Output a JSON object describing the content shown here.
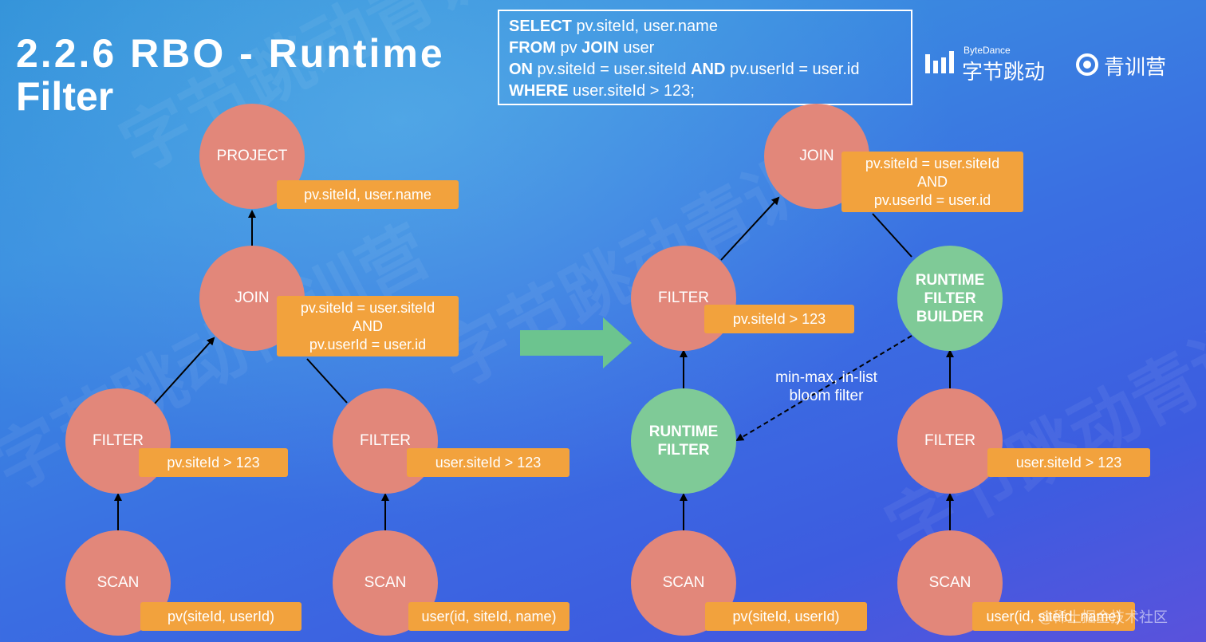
{
  "title": {
    "line1": "2.2.6 RBO - Runtime",
    "line2": "Filter"
  },
  "sql": {
    "line1_kw": "SELECT",
    "line1_rest": " pv.siteId, user.name",
    "line2_kw": "FROM",
    "line2_rest": " pv ",
    "line2_kw2": "JOIN",
    "line2_rest2": " user",
    "line3_kw": "ON",
    "line3_rest": " pv.siteId = user.siteId ",
    "line3_kw2": "AND",
    "line3_rest2": " pv.userId = user.id",
    "line4_kw": "WHERE",
    "line4_rest": " user.siteId > 123;"
  },
  "logos": {
    "bytedance_small": "ByteDance",
    "bytedance_big": "字节跳动",
    "qingxun": "青训营"
  },
  "watermark": "字节跳动青训营",
  "left_tree": {
    "project": {
      "label": "PROJECT",
      "tag": "pv.siteId, user.name"
    },
    "join": {
      "label": "JOIN",
      "tag_line1": "pv.siteId = user.siteId",
      "tag_line2": "AND",
      "tag_line3": "pv.userId = user.id"
    },
    "filter_left": {
      "label": "FILTER",
      "tag": "pv.siteId > 123"
    },
    "filter_right": {
      "label": "FILTER",
      "tag": "user.siteId > 123"
    },
    "scan_left": {
      "label": "SCAN",
      "tag": "pv(siteId, userId)"
    },
    "scan_right": {
      "label": "SCAN",
      "tag": "user(id, siteId, name)"
    }
  },
  "right_tree": {
    "join": {
      "label": "JOIN",
      "tag_line1": "pv.siteId = user.siteId",
      "tag_line2": "AND",
      "tag_line3": "pv.userId = user.id"
    },
    "filter_left": {
      "label": "FILTER",
      "tag": "pv.siteId > 123"
    },
    "runtime_filter_builder": {
      "line1": "RUNTIME",
      "line2": "FILTER",
      "line3": "BUILDER"
    },
    "runtime_filter": {
      "line1": "RUNTIME",
      "line2": "FILTER"
    },
    "filter_right": {
      "label": "FILTER",
      "tag": "user.siteId > 123"
    },
    "scan_left": {
      "label": "SCAN",
      "tag": "pv(siteId, userId)"
    },
    "scan_right": {
      "label": "SCAN",
      "tag": "user(id, siteId, name)"
    },
    "dashed_label_line1": "min-max, in-list",
    "dashed_label_line2": "bloom filter"
  },
  "footer_watermark": "@稀土掘金技术社区",
  "colors": {
    "node_red": "#e2877a",
    "node_green": "#7fca97",
    "tag_orange": "#f2a23d",
    "arrow_green": "#6cc48f"
  }
}
